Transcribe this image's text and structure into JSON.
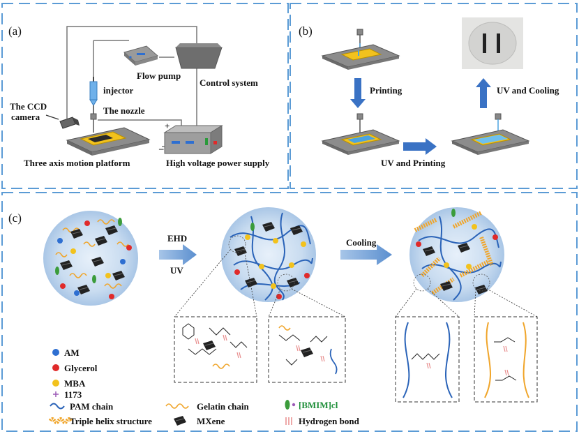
{
  "panel_a": {
    "label": "(a)",
    "flow_pump": "Flow pump",
    "control_system": "Control system",
    "injector": "injector",
    "camera_line1": "The CCD",
    "camera_line2": "camera",
    "nozzle": "The nozzle",
    "platform": "Three axis motion platform",
    "power_supply": "High voltage power supply",
    "plus": "+",
    "minus": "–"
  },
  "panel_b": {
    "label": "(b)",
    "printing": "Printing",
    "uv_printing": "UV and Printing",
    "uv_cooling": "UV and Cooling"
  },
  "panel_c": {
    "label": "(c)",
    "ehd": "EHD",
    "uv": "UV",
    "cooling": "Cooling",
    "legend": {
      "am": "AM",
      "glycerol": "Glycerol",
      "mba": "MBA",
      "i1173": "1173",
      "pam": "PAM chain",
      "gelatin": "Gelatin chain",
      "bmim": "[BMIM]cl",
      "triple": "Triple helix structure",
      "mxene": "MXene",
      "hbond": "Hydrogen bond"
    }
  },
  "colors": {
    "frame_dash": "#5b9bd5",
    "am": "#2e6fd1",
    "glycerol": "#e02a2a",
    "mba": "#f2c21d",
    "pam": "#2a63b8",
    "gelatin": "#f0a52a",
    "sphere": "#c4d9ef"
  }
}
